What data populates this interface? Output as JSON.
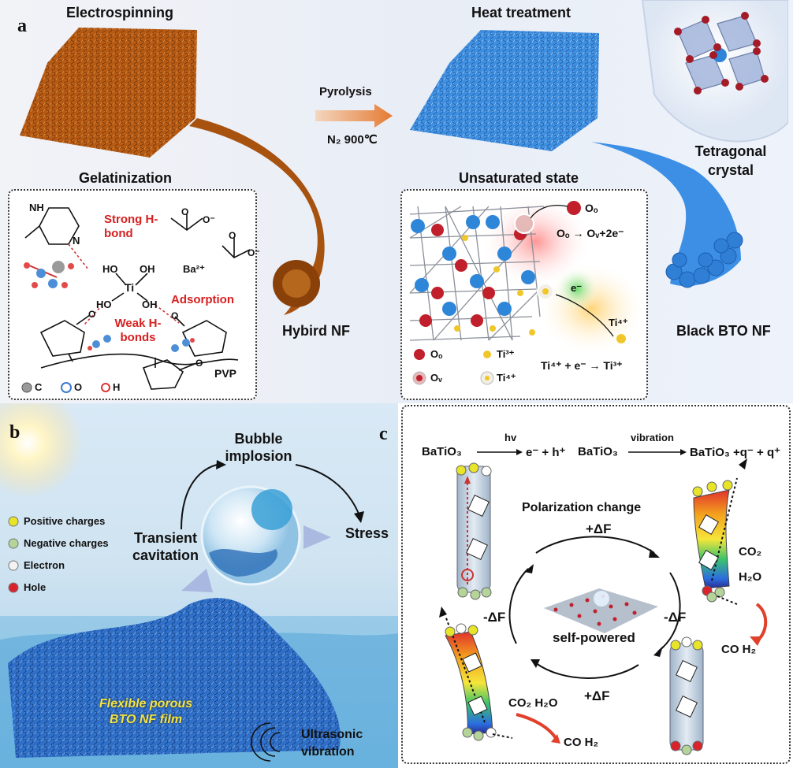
{
  "panel_a": {
    "label": "a",
    "electrospinning": "Electrospinning",
    "heat_treatment": "Heat treatment",
    "pyrolysis": "Pyrolysis",
    "n2_temp": "N₂ 900℃",
    "tetragonal_crystal": "Tetragonal crystal",
    "gelatinization": "Gelatinization",
    "unsaturated_state": "Unsaturated state",
    "hybird_nf": "Hybird NF",
    "black_bto_nf": "Black BTO NF",
    "gel_box": {
      "strong_hbond": "Strong H-bond",
      "adsorption": "Adsorption",
      "weak_hbonds": "Weak H-bonds",
      "ba2": "Ba²⁺",
      "pvp": "PVP",
      "ti": "Ti",
      "oh": "OH",
      "ho": "HO",
      "o_minus": "O⁻",
      "o": "O",
      "n": "N",
      "nh": "NH",
      "legend": [
        "C",
        "O",
        "H"
      ]
    },
    "uns_box": {
      "oo_label": "Oₒ",
      "reaction1": "Oₒ → Oᵥ+2e⁻",
      "electron": "e⁻",
      "ti4": "Ti⁴⁺",
      "reaction2": "Ti⁴⁺ + e⁻ → Ti³⁺",
      "legend": [
        "Oₒ",
        "Ti³⁺",
        "Oᵥ",
        "Ti⁴⁺"
      ]
    }
  },
  "panel_b": {
    "label": "b",
    "bubble_implosion": "Bubble implosion",
    "transient_cavitation": "Transient cavitation",
    "stress": "Stress",
    "legend": [
      "Positive charges",
      "Negative charges",
      "Electron",
      "Hole"
    ],
    "film": "Flexible porous BTO NF film",
    "ultrasonic": "Ultrasonic vibration"
  },
  "panel_c": {
    "label": "c",
    "eq1_left": "BaTiO₃",
    "eq1_above": "hv",
    "eq1_right": "e⁻ + h⁺",
    "eq2_left": "BaTiO₃",
    "eq2_above": "vibration",
    "eq2_right": "BaTiO₃ +q⁻ + q⁺",
    "polarization_change": "Polarization change",
    "plus_df": "+ΔF",
    "minus_df": "-ΔF",
    "self_powered": "self-powered",
    "co2": "CO₂",
    "h2o": "H₂O",
    "co_h2": "CO H₂",
    "co2_h2o": "CO₂ H₂O"
  },
  "colors": {
    "red": "#d62020",
    "orange_fiber": "#b65a13",
    "blue_fiber": "#2f7fd6",
    "film_text": "#f1e447"
  }
}
